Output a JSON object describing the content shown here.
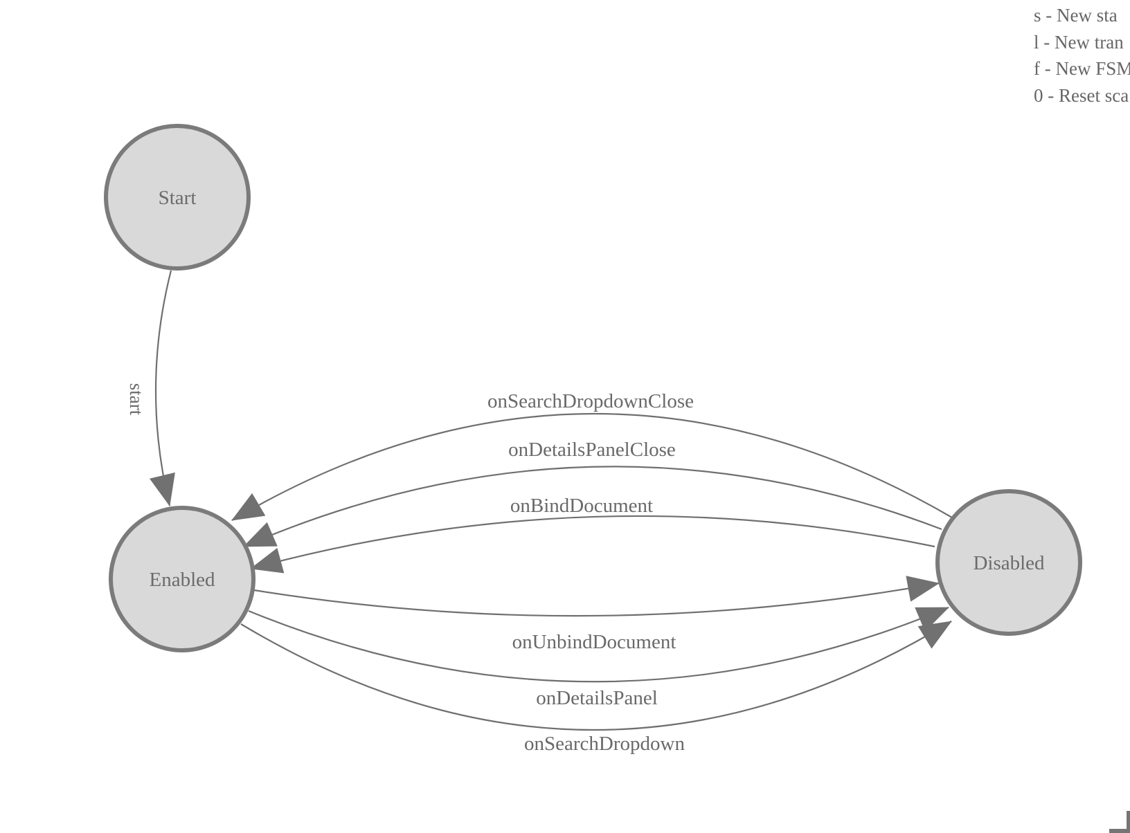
{
  "fsm": {
    "states": [
      {
        "id": "start",
        "label": "Start"
      },
      {
        "id": "enabled",
        "label": "Enabled"
      },
      {
        "id": "disabled",
        "label": "Disabled"
      }
    ],
    "transitions": [
      {
        "from": "Start",
        "to": "Enabled",
        "label": "start"
      },
      {
        "from": "Disabled",
        "to": "Enabled",
        "label": "onSearchDropdownClose"
      },
      {
        "from": "Disabled",
        "to": "Enabled",
        "label": "onDetailsPanelClose"
      },
      {
        "from": "Disabled",
        "to": "Enabled",
        "label": "onBindDocument"
      },
      {
        "from": "Enabled",
        "to": "Disabled",
        "label": "onUnbindDocument"
      },
      {
        "from": "Enabled",
        "to": "Disabled",
        "label": "onDetailsPanel"
      },
      {
        "from": "Enabled",
        "to": "Disabled",
        "label": "onSearchDropdown"
      }
    ]
  },
  "help": {
    "lines": [
      "s - New sta",
      "l - New tran",
      "f - New FSM",
      "0 - Reset sca"
    ]
  },
  "theme": {
    "background": "#ffffff",
    "node_fill": "#d9d9d9",
    "node_stroke": "#7b7b7b",
    "edge_color": "#6f6f6f",
    "arrow_color": "#717171",
    "label_color": "#696969",
    "help_text_color": "#666666"
  }
}
